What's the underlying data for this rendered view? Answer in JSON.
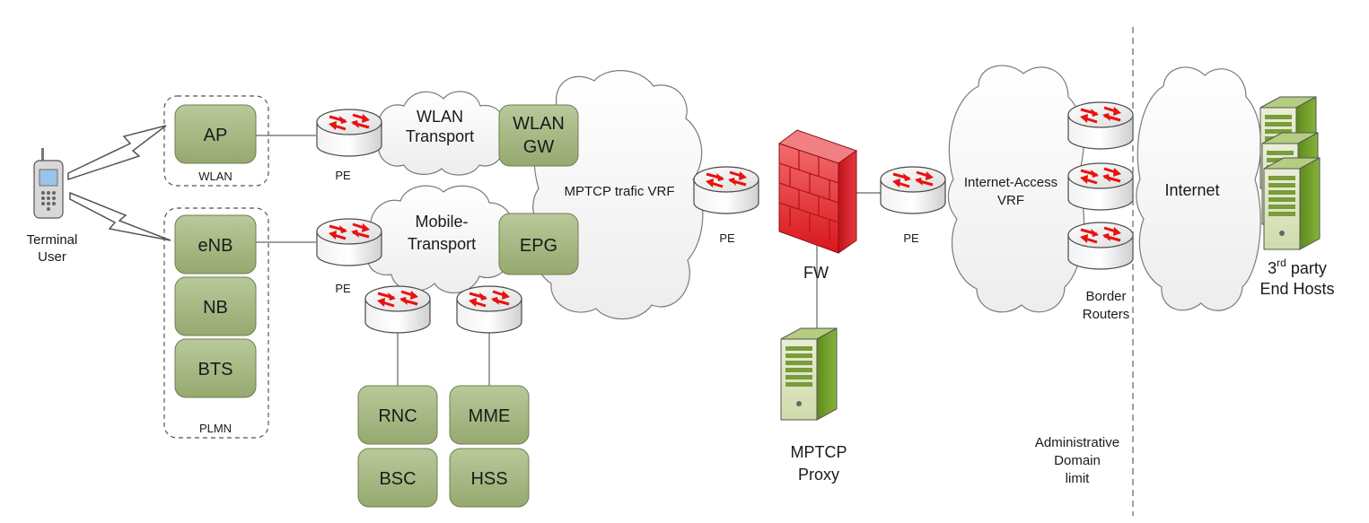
{
  "labels": {
    "terminal_user": [
      "Terminal",
      "User"
    ],
    "wlan_group": "WLAN",
    "plmn_group": "PLMN",
    "ap": "AP",
    "enb": "eNB",
    "nb": "NB",
    "bts": "BTS",
    "wlan_gw": [
      "WLAN",
      "GW"
    ],
    "epg": "EPG",
    "rnc": "RNC",
    "mme": "MME",
    "bsc": "BSC",
    "hss": "HSS",
    "wlan_transport": [
      "WLAN",
      "Transport"
    ],
    "mobile_transport": [
      "Mobile-",
      "Transport"
    ],
    "mptcp_vrf": "MPTCP trafic VRF",
    "pe": "PE",
    "fw": "FW",
    "mptcp_proxy": [
      "MPTCP",
      "Proxy"
    ],
    "internet_access_vrf": [
      "Internet-Access",
      "VRF"
    ],
    "border_routers": [
      "Border",
      "Routers"
    ],
    "internet": "Internet",
    "third_party": {
      "num": "3",
      "sup": "rd",
      "rest": " party",
      "line2": "End Hosts"
    },
    "admin_limit": [
      "Administrative",
      "Domain",
      "limit"
    ]
  },
  "colors": {
    "node_fill": "#a4b57f",
    "node_stroke": "#6f7f4f",
    "router_arrow": "#e8120f",
    "firewall": "#e8252a",
    "server": "#8fb24a",
    "line": "#555555"
  }
}
